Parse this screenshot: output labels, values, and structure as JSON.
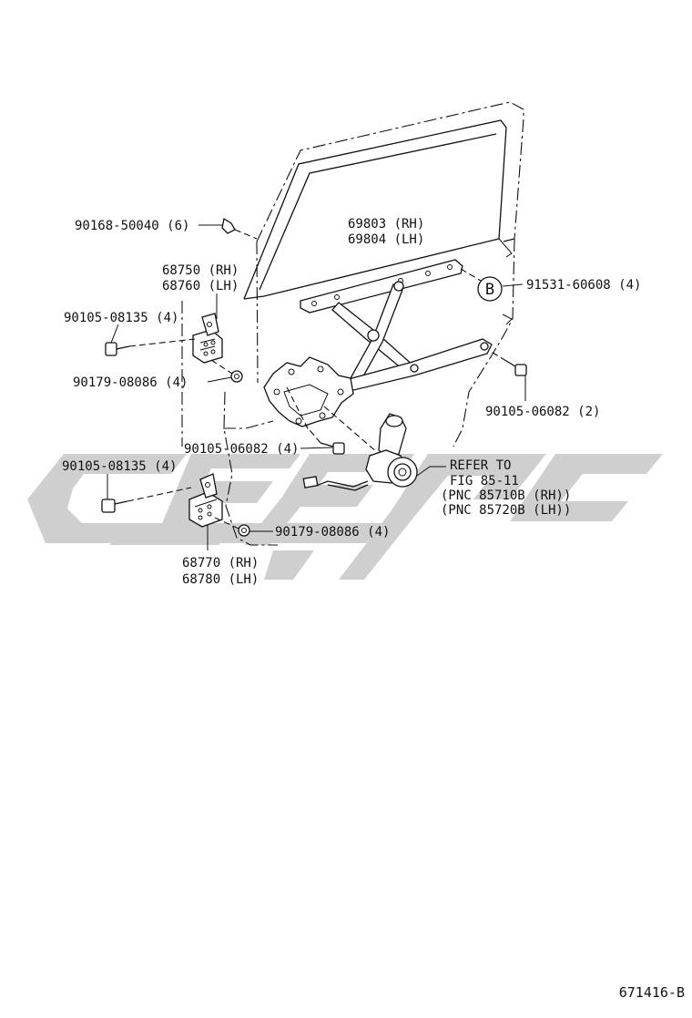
{
  "labels": {
    "p90168": "90168-50040 (6)",
    "p69803": "69803 (RH)",
    "p69804": "69804 (LH)",
    "p68750": "68750 (RH)",
    "p68760": "68760 (LH)",
    "p91531": "91531-60608 (4)",
    "p90105_upper": "90105-08135 (4)",
    "p90179_upper": "90179-08086 (4)",
    "p90105_06082_right": "90105-06082 (2)",
    "p90105_06082_left": "90105-06082 (4)",
    "p90105_lower": "90105-08135 (4)",
    "p90179_lower": "90179-08086 (4)",
    "p68770": "68770 (RH)",
    "p68780": "68780 (LH)",
    "refer_line1": "REFER TO",
    "refer_line2": "FIG 85-11",
    "refer_line3": "(PNC 85710B (RH))",
    "refer_line4": "(PNC 85720B (LH))",
    "callout_b": "B",
    "figure_id": "671416-B"
  },
  "icons": [
    "bolt-icon",
    "nut-icon",
    "motor-icon",
    "hinge-icon",
    "callout-circle-icon",
    "watermark-logo"
  ]
}
